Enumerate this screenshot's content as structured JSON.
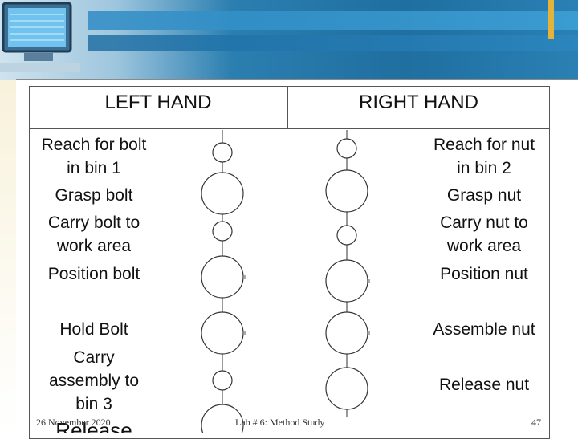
{
  "headers": {
    "left": "LEFT HAND",
    "right": "RIGHT HAND"
  },
  "left_steps": [
    "Reach for bolt\nin bin 1",
    "Grasp bolt",
    "Carry bolt to\nwork area",
    "Position bolt",
    "Hold Bolt",
    "Carry\nassembly to\nbin 3",
    "Release"
  ],
  "right_steps": [
    "Reach for nut\nin bin 2",
    "Grasp nut",
    "Carry nut to\nwork area",
    "Position nut",
    "Assemble nut",
    "Release nut"
  ],
  "footer": {
    "date": "26 November 2020",
    "title": "Lab # 6: Method Study",
    "page": "47"
  },
  "colors": {
    "banner": "#2b7fb0",
    "accent": "#e6b33a"
  }
}
